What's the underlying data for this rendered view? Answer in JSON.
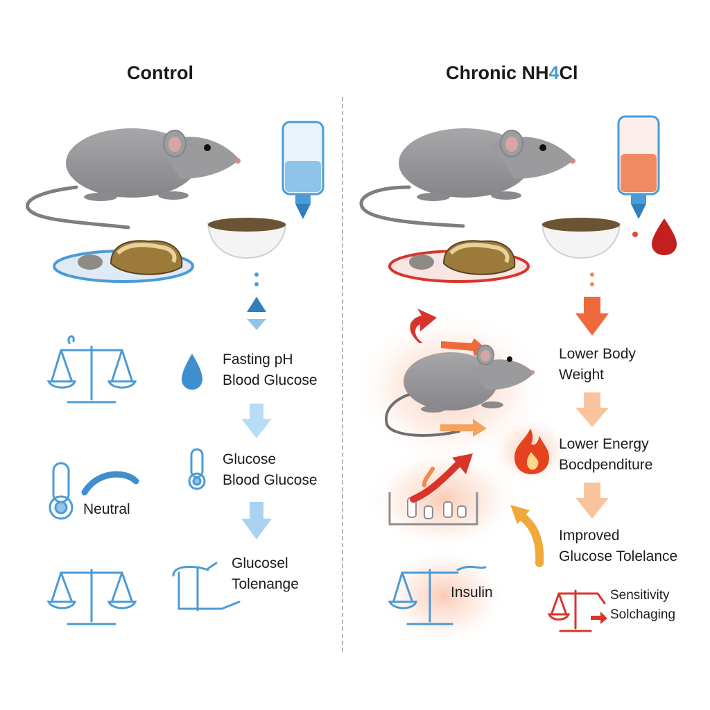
{
  "panels": {
    "control": {
      "title": "Control",
      "labels": {
        "fasting_line1": "Fasting pH",
        "fasting_line2": "Blood Glucose",
        "glucose_line1": "Glucose",
        "glucose_line2": "Blood Glucose",
        "neutral": "Neutral",
        "tolerance_line1": "Glucosel",
        "tolerance_line2": "Tolenange"
      }
    },
    "treatment": {
      "title_main": "Chronic NH",
      "title_sub": "4",
      "title_end": "Cl",
      "labels": {
        "body_weight_line1": "Lower Body",
        "body_weight_line2": "Weight",
        "energy_line1": "Lower Energy",
        "energy_line2": "Bocdpenditure",
        "improved_line1": "Improved",
        "improved_line2": "Glucose Tolelance",
        "insulin": "Insulin",
        "sensitivity_line1": "Sensitivity",
        "sensitivity_line2": "Solchaging"
      }
    }
  },
  "colors": {
    "control_blue": "#4a9bd6",
    "treatment_red": "#d9342b",
    "treatment_orange": "#f08a4b",
    "mouse_gray": "#9a9a9c"
  }
}
